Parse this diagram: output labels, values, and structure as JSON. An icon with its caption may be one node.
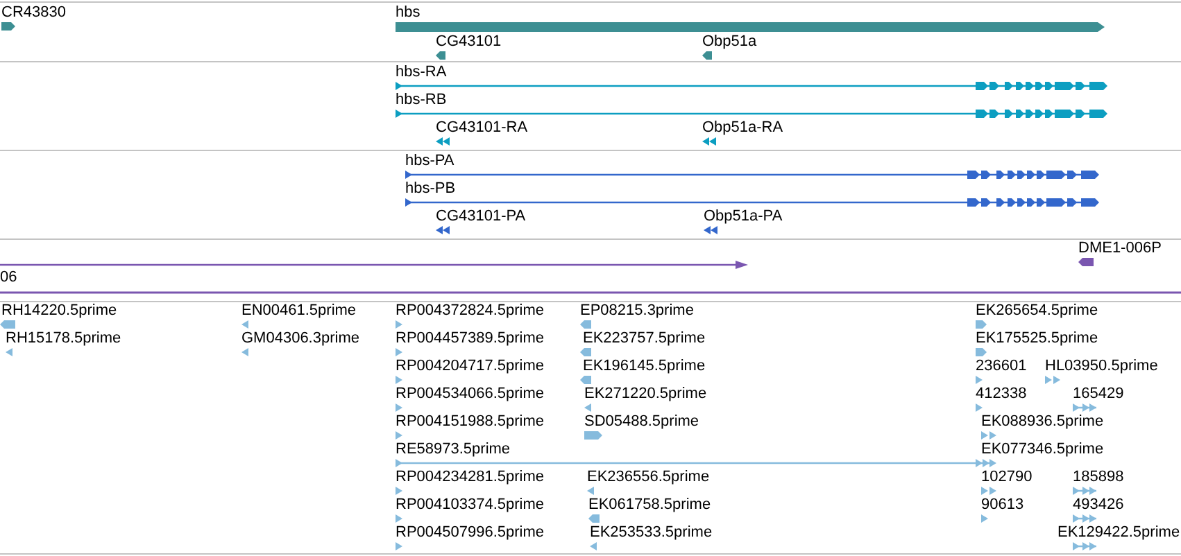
{
  "diagram": {
    "nodes": [
      {
        "text": [
          "CR43830"
        ]
      },
      {
        "text": [
          "hbs"
        ]
      },
      {
        "text": [
          "CG43101"
        ]
      },
      {
        "text": [
          "Obp51a"
        ]
      },
      {
        "text": [
          "hbs-RA"
        ]
      },
      {
        "text": [
          "hbs-RB"
        ]
      },
      {
        "text": [
          "CG43101-RA"
        ]
      },
      {
        "text": [
          "Obp51a-RA"
        ]
      },
      {
        "text": [
          "hbs-PA"
        ]
      },
      {
        "text": [
          "hbs-PB"
        ]
      },
      {
        "text": [
          "CG43101-PA"
        ]
      },
      {
        "text": [
          "Obp51a-PA"
        ]
      },
      {
        "text": [
          "06"
        ]
      },
      {
        "text": [
          "DME1-006P"
        ]
      },
      {
        "text": [
          "RH14220.5prime"
        ]
      },
      {
        "text": [
          "EN00461.5prime"
        ]
      },
      {
        "text": [
          "RP004372824.5prime"
        ]
      },
      {
        "text": [
          "EP08215.3prime"
        ]
      },
      {
        "text": [
          "EK265654.5prime"
        ]
      },
      {
        "text": [
          "RH15178.5prime"
        ]
      },
      {
        "text": [
          "GM04306.3prime"
        ]
      },
      {
        "text": [
          "RP004457389.5prime"
        ]
      },
      {
        "text": [
          "EK223757.5prime"
        ]
      },
      {
        "text": [
          "EK175525.5prime"
        ]
      },
      {
        "text": [
          "RP004204717.5prime"
        ]
      },
      {
        "text": [
          "EK196145.5prime"
        ]
      },
      {
        "text": [
          "236601"
        ]
      },
      {
        "text": [
          "HL03950.5prime"
        ]
      },
      {
        "text": [
          "RP004534066.5prime"
        ]
      },
      {
        "text": [
          "EK271220.5prime"
        ]
      },
      {
        "text": [
          "412338"
        ]
      },
      {
        "text": [
          "165429"
        ]
      },
      {
        "text": [
          "RP004151988.5prime"
        ]
      },
      {
        "text": [
          "SD05488.5prime"
        ]
      },
      {
        "text": [
          "EK088936.5prime"
        ]
      },
      {
        "text": [
          "RE58973.5prime"
        ]
      },
      {
        "text": [
          "EK077346.5prime"
        ]
      },
      {
        "text": [
          "RP004234281.5prime"
        ]
      },
      {
        "text": [
          "EK236556.5prime"
        ]
      },
      {
        "text": [
          "102790"
        ]
      },
      {
        "text": [
          "185898"
        ]
      },
      {
        "text": [
          "RP004103374.5prime"
        ]
      },
      {
        "text": [
          "EK061758.5prime"
        ]
      },
      {
        "text": [
          "90613"
        ]
      },
      {
        "text": [
          "493426"
        ]
      },
      {
        "text": [
          "RP004507996.5prime"
        ]
      },
      {
        "text": [
          "EK253533.5prime"
        ]
      },
      {
        "text": [
          "EK129422.5prime"
        ]
      }
    ]
  }
}
